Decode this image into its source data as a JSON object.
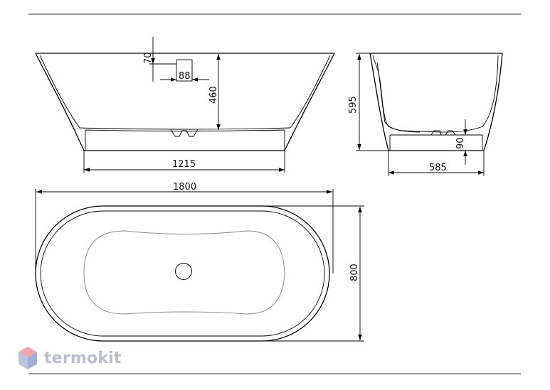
{
  "dimensions": {
    "total_length": "1800",
    "bottom_length": "1215",
    "width": "800",
    "height": "595",
    "side_base_width": "585",
    "inner_depth": "460",
    "rim_to_overflow": "70",
    "overflow_width": "88",
    "base_height": "90"
  },
  "brand": {
    "name": "termokit",
    "colors": {
      "text": "#b9bec8",
      "logo_top": "#f2a3a8",
      "logo_left": "#b8c3de",
      "logo_right": "#9fb0d6"
    }
  }
}
